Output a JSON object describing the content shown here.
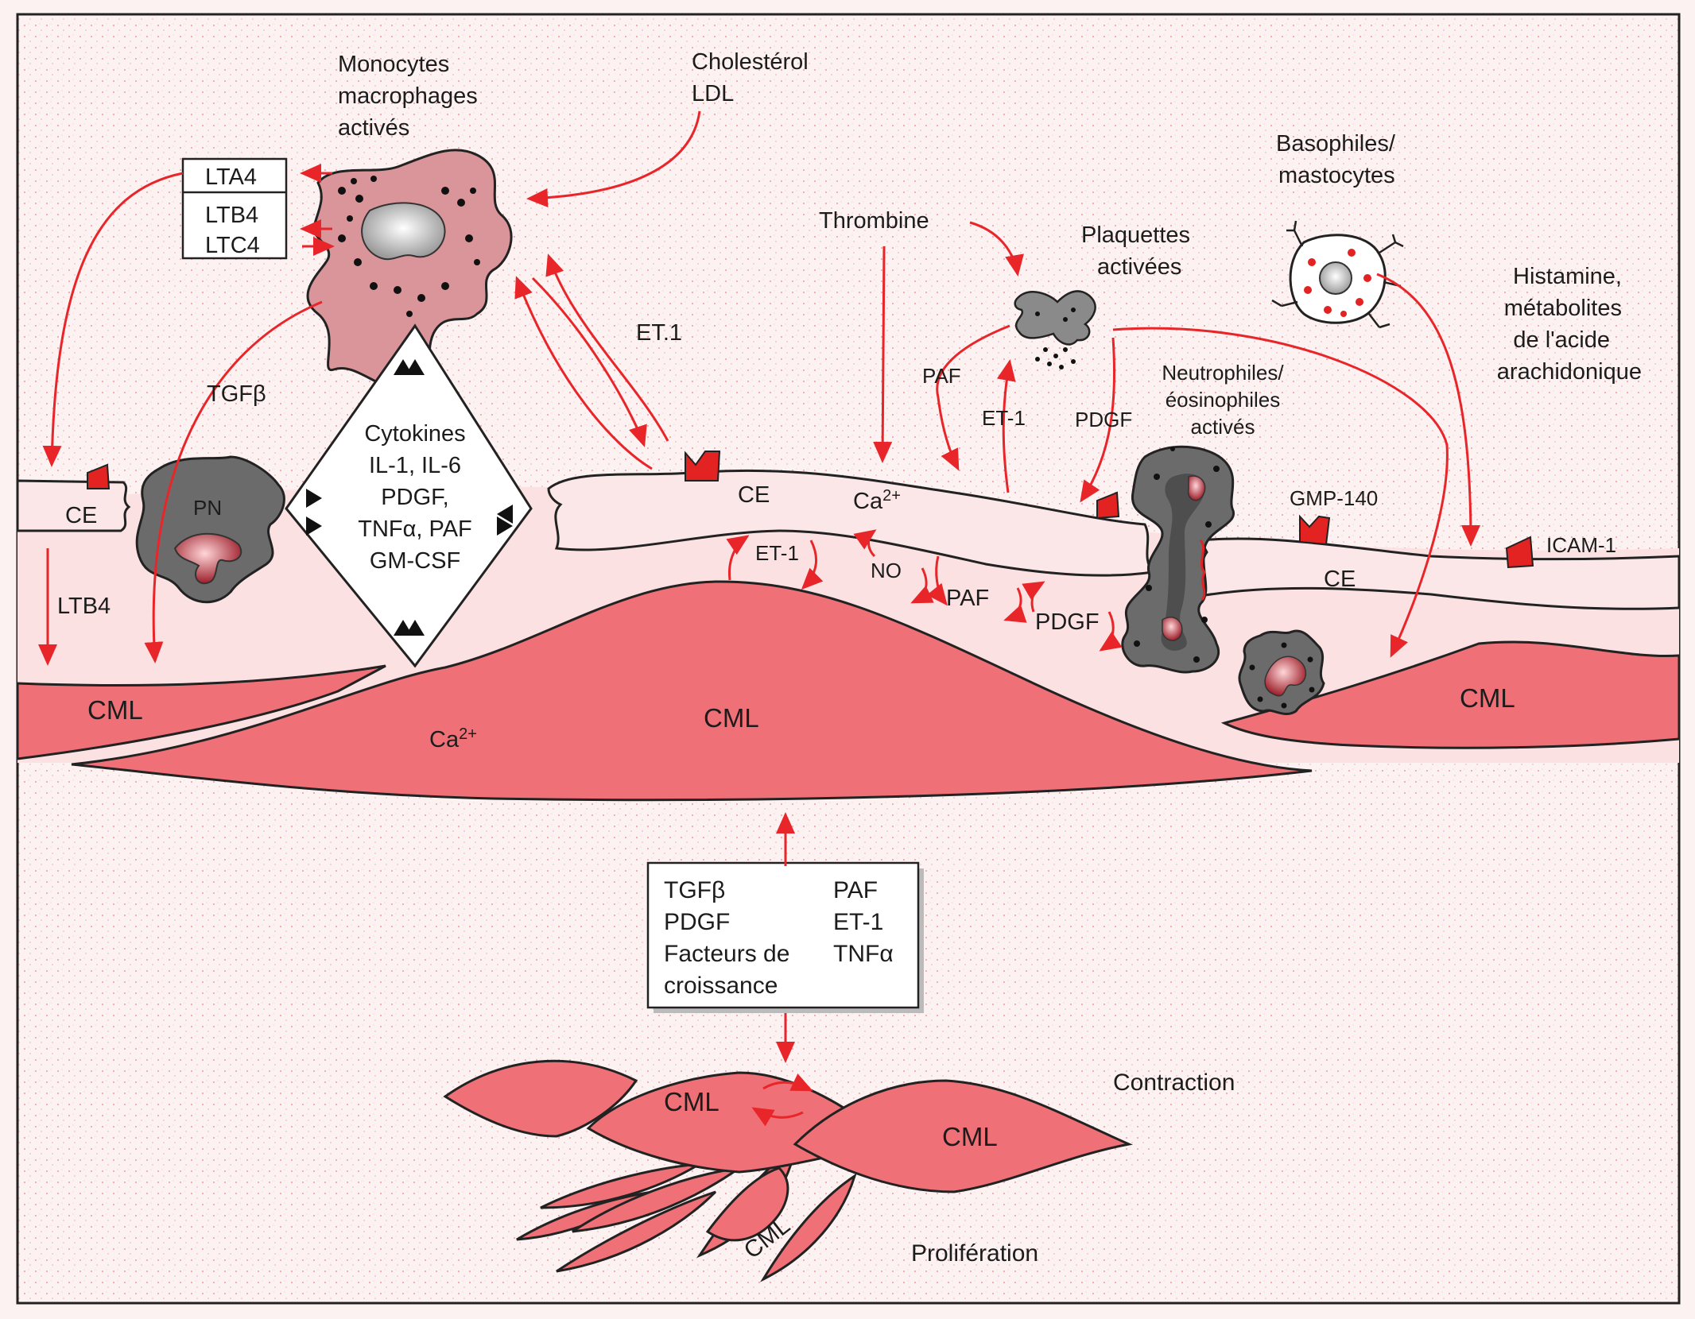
{
  "labels": {
    "monocytes_line1": "Monocytes",
    "monocytes_line2": "macrophages",
    "monocytes_line3": "activés",
    "cholesterol_line1": "Cholestérol",
    "cholesterol_line2": "LDL",
    "leuko_box": [
      "LTA4",
      "LTB4",
      "LTC4"
    ],
    "tgfb_left": "TGFβ",
    "pn": "PN",
    "ce_left": "CE",
    "ltb4_left": "LTB4",
    "cml_left": "CML",
    "cytokines_lines": [
      "Cytokines",
      "IL-1, IL-6",
      "PDGF,",
      "TNFα, PAF",
      "GM-CSF"
    ],
    "et1_upper": "ET.1",
    "thrombine": "Thrombine",
    "plaquettes_line1": "Plaquettes",
    "plaquettes_line2": "activées",
    "basophiles_line1": "Basophiles/",
    "basophiles_line2": "mastocytes",
    "histamine_lines": [
      "Histamine,",
      "métabolites",
      "de l'acide",
      "arachidonique"
    ],
    "paf_upper": "PAF",
    "et1_platelet": "ET-1",
    "pdgf_upper": "PDGF",
    "neutro_lines": [
      "Neutrophiles/",
      "éosinophiles",
      "activés"
    ],
    "ce_mid": "CE",
    "ca_mid": "Ca",
    "ca_mid_sup": "2+",
    "gmp140": "GMP-140",
    "icam1": "ICAM-1",
    "ce_right": "CE",
    "et1_inner": "ET-1",
    "no_inner": "NO",
    "paf_inner": "PAF",
    "pdgf_inner": "PDGF",
    "cml_center": "CML",
    "ca_left": "Ca",
    "ca_left_sup": "2+",
    "cml_right": "CML",
    "factors_left": [
      "TGFβ",
      "PDGF",
      "Facteurs de",
      "croissance"
    ],
    "factors_right": [
      "PAF",
      "ET-1",
      "TNFα"
    ],
    "cml_bottom1": "CML",
    "cml_bottom2": "CML",
    "cml_bottom3": "CML",
    "contraction": "Contraction",
    "proliferation": "Prolifération"
  },
  "colors": {
    "arrow_red": "#e8262a",
    "smooth_muscle": "#ef7177",
    "endothelium": "#fbe7e7",
    "macrophage": "#d9959a",
    "dark_cell": "#6b6b6b",
    "receptor": "#e32222",
    "background_dots": "#f2a7aa"
  },
  "icons": {
    "receptor": "receptor-icon",
    "macrophage": "macrophage-cell-icon",
    "platelet": "platelet-icon",
    "basophil": "basophil-cell-icon",
    "neutrophil": "neutrophil-cell-icon"
  }
}
